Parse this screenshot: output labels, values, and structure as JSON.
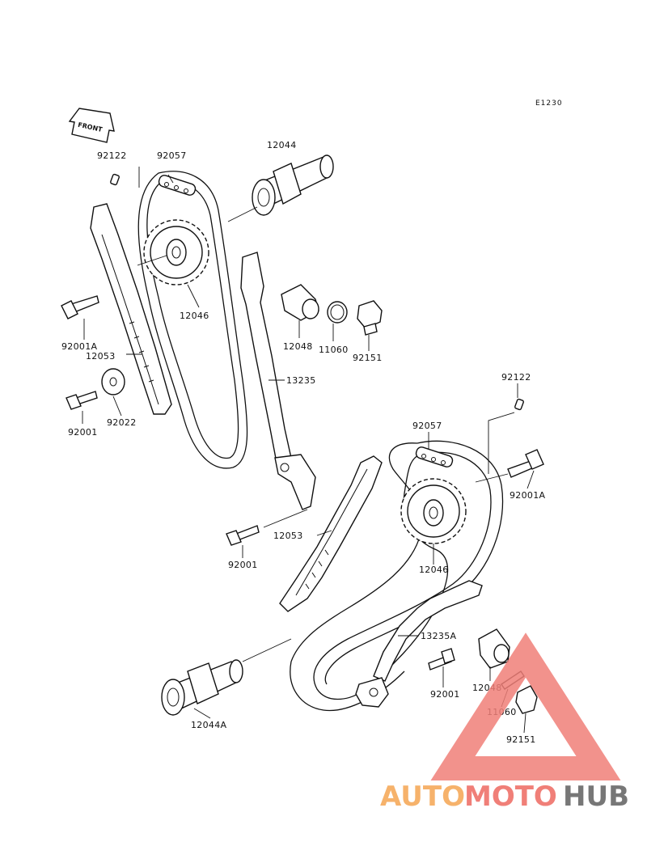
{
  "diagram": {
    "ref_code": "E1230",
    "front_label": "FRONT",
    "labels": {
      "upper_pin": "92122",
      "upper_chain_guide_set": "92057",
      "upper_camshaft": "12044",
      "upper_sprocket": "12046",
      "upper_bolt_flange": "92001A",
      "upper_guide": "12053",
      "upper_washer": "92022",
      "upper_bolt": "92001",
      "upper_tensioner": "12048",
      "upper_gasket": "11060",
      "upper_tensioner_bolt": "92151",
      "upper_chain": "13235",
      "lower_pin": "92122",
      "lower_chain_guide_set": "92057",
      "lower_bolt_flange": "92001A",
      "lower_guide": "12053",
      "lower_sprocket": "12046",
      "lower_bolt": "92001",
      "lower_chain": "13235A",
      "lower_camshaft": "12044A",
      "lower_tensioner_bolt": "92001",
      "lower_tensioner": "12048",
      "lower_gasket": "11060",
      "lower_tensioner_cap": "92151"
    }
  },
  "watermark": {
    "part1": "AUTO",
    "part2": "MOTO",
    "part3": "HUB",
    "colors": {
      "auto": "#f6b26b",
      "moto": "#f07f78",
      "hub": "#777777"
    }
  }
}
